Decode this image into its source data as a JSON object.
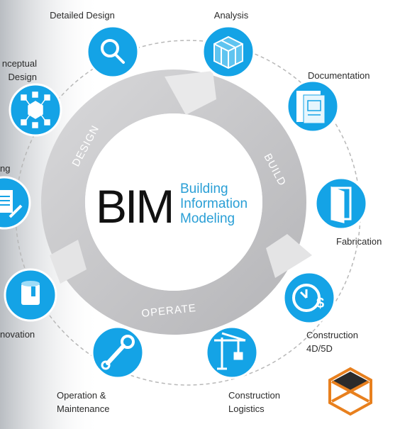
{
  "center": {
    "acronym": "BIM",
    "line1": "Building",
    "line2": "Information",
    "line3": "Modeling"
  },
  "ring_words": {
    "design": "DESIGN",
    "build": "BUILD",
    "operate": "OPERATE"
  },
  "stages": [
    {
      "label": "Detailed Design",
      "icon": "magnifier-icon"
    },
    {
      "label": "Analysis",
      "icon": "cube-icon"
    },
    {
      "label": "Documentation",
      "icon": "blueprint-icon"
    },
    {
      "label": "Fabrication",
      "icon": "door-icon"
    },
    {
      "label": "Construction",
      "label2": "4D/5D",
      "icon": "clock-dollar-icon"
    },
    {
      "label": "Construction",
      "label2": "Logistics",
      "icon": "crane-icon"
    },
    {
      "label": "Operation &",
      "label2": "Maintenance",
      "icon": "wrench-icon"
    },
    {
      "label": "novation",
      "icon": "paint-bucket-icon"
    },
    {
      "label": "ng",
      "icon": "document-pen-icon"
    },
    {
      "label": "nceptual",
      "label2": "Design",
      "icon": "network-icon"
    }
  ],
  "colors": {
    "circle": "#14a3e6",
    "ring": "#c9c9cc",
    "accent": "#2a9fd6",
    "logo": "#e8801e"
  }
}
